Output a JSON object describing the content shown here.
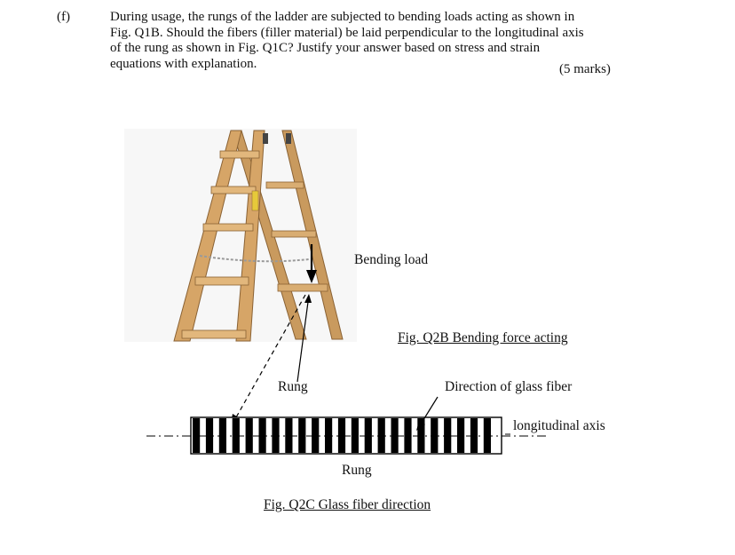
{
  "question": {
    "label": "(f)",
    "lines": [
      "During usage, the rungs of the ladder are subjected to bending loads acting as shown in",
      "Fig. Q1B. Should the fibers (filler material) be laid perpendicular to the longitudinal axis",
      "of the rung as shown in Fig. Q1C? Justify your answer based on stress and strain",
      "equations with explanation."
    ],
    "marks": "(5 marks)"
  },
  "figure_b": {
    "annotation": "Bending load",
    "caption": "Fig. Q2B Bending force acting"
  },
  "figure_c": {
    "rung_label_top": "Rung",
    "fiber_label": "Direction of glass fiber",
    "axis_label": "longitudinal axis",
    "rung_label_bottom": "Rung",
    "caption": "Fig. Q2C  Glass fiber direction"
  }
}
